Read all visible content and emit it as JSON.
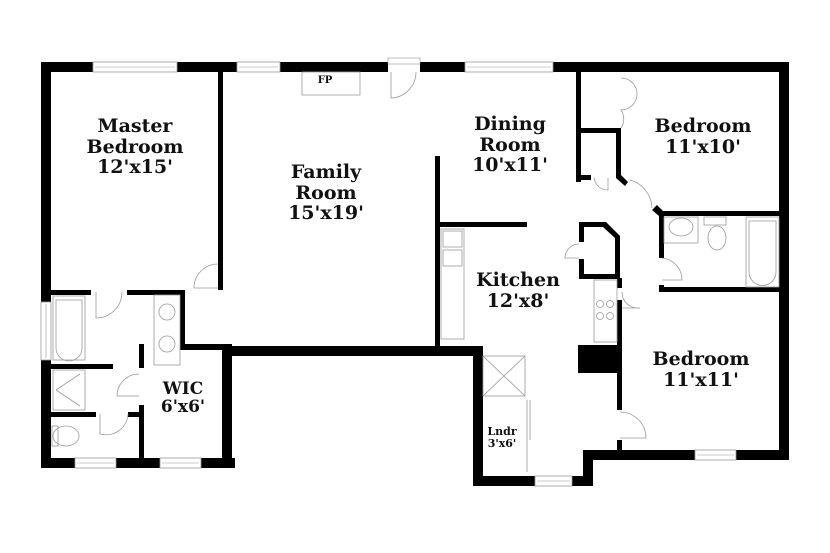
{
  "plan": {
    "background": "#ffffff",
    "wall_color": "#000000",
    "fixture_color": "#9a9a9a"
  },
  "rooms": {
    "master_bedroom": {
      "name_line1": "Master",
      "name_line2": "Bedroom",
      "size": "12'x15'"
    },
    "family_room": {
      "name_line1": "Family",
      "name_line2": "Room",
      "size": "15'x19'"
    },
    "dining_room": {
      "name_line1": "Dining",
      "name_line2": "Room",
      "size": "10'x11'"
    },
    "bedroom_2": {
      "name": "Bedroom",
      "size": "11'x10'"
    },
    "kitchen": {
      "name": "Kitchen",
      "size": "12'x8'"
    },
    "bedroom_3": {
      "name": "Bedroom",
      "size": "11'x11'"
    },
    "wic": {
      "name": "WIC",
      "size": "6'x6'"
    },
    "laundry": {
      "name": "Lndr",
      "size": "3'x6'"
    }
  },
  "fixtures": {
    "fireplace": "FP"
  }
}
